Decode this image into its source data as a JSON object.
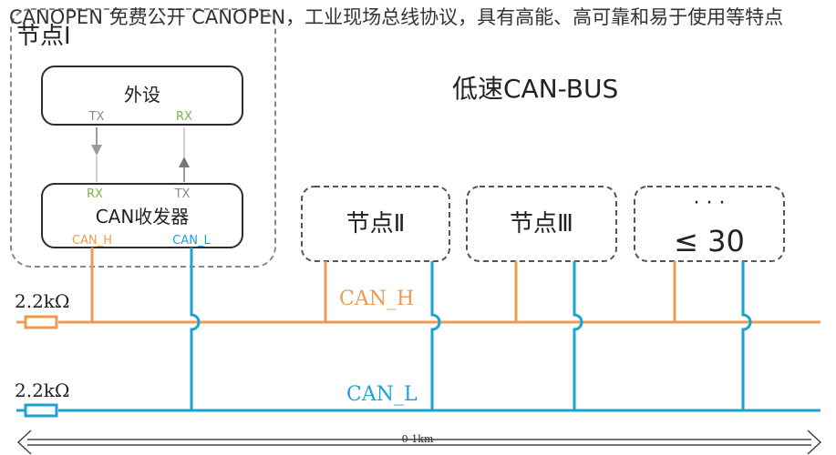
{
  "caption": "CANOPEN 免费公开 CANOPEN，工业现场总线协议，具有高能、高可靠和易于使用等特点",
  "title": "低速CAN-BUS",
  "node1": {
    "label": "节点Ⅰ",
    "peripheral": "外设",
    "peripheral_tx": "TX",
    "peripheral_rx": "RX",
    "transceiver": "CAN收发器",
    "transceiver_rx": "RX",
    "transceiver_tx": "TX",
    "can_h": "CAN_H",
    "can_l": "CAN_L"
  },
  "nodes": [
    {
      "label": "节点Ⅱ"
    },
    {
      "label": "节点Ⅲ"
    },
    {
      "dots": "· · ·",
      "label": "≤ 30"
    }
  ],
  "bus": {
    "can_h_label": "CAN_H",
    "can_l_label": "CAN_L",
    "resistor_top": "2.2kΩ",
    "resistor_bottom": "2.2kΩ",
    "distance": "0-1km"
  },
  "colors": {
    "can_h": "#ef9a52",
    "can_l": "#1ba3d3",
    "box_border": "#2b2b3a",
    "dashed_border": "#888888",
    "tx_label": "#8a8a8a",
    "rx_label": "#7cb342",
    "pin_h": "#ef9a52",
    "pin_l": "#1ba3d3"
  }
}
